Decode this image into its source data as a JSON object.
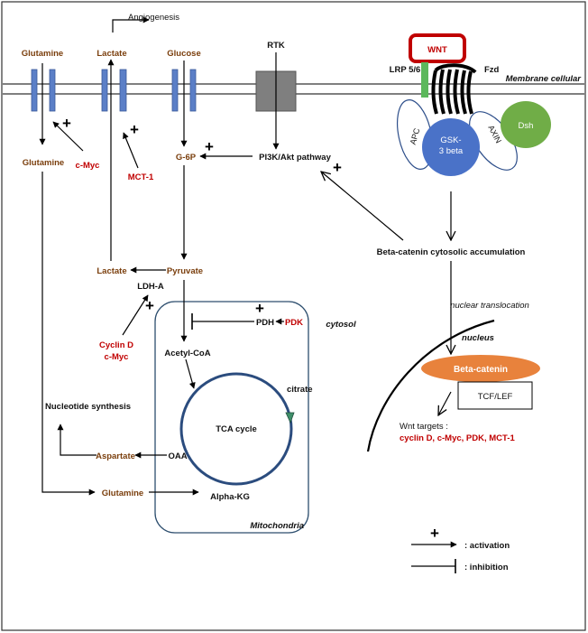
{
  "labels": {
    "angiogenesis": "Angiogenesis",
    "glutamine_top": "Glutamine",
    "lactate_top": "Lactate",
    "glucose": "Glucose",
    "rtk": "RTK",
    "wnt": "WNT",
    "lrp": "LRP 5/6",
    "fzd": "Fzd",
    "membrane": "Membrane cellular",
    "apc": "APC",
    "axin": "AXIN",
    "gsk_line1": "GSK-",
    "gsk_line2": "3 beta",
    "dsh": "Dsh",
    "glutamine_mid": "Glutamine",
    "cmyc": "c-Myc",
    "mct1": "MCT-1",
    "g6p": "G-6P",
    "pi3k": "PI3K/Akt pathway",
    "beta_accum": "Beta-catenin cytosolic accumulation",
    "lactate_mid": "Lactate",
    "pyruvate": "Pyruvate",
    "ldha": "LDH-A",
    "cyclin_d": "Cyclin D",
    "cmyc2": "c-Myc",
    "pdh": "PDH",
    "pdk": "PDK",
    "cytosol": "cytosol",
    "nuclear_translocation": "nuclear translocation",
    "nucleus": "nucleus",
    "acetyl_coa": "Acetyl-CoA",
    "citrate": "citrate",
    "beta_catenin": "Beta-catenin",
    "tcf_lef": "TCF/LEF",
    "nucleotide": "Nucleotide synthesis",
    "tca": "TCA cycle",
    "wnt_targets": "Wnt targets :",
    "wnt_targets_list": "cyclin D, c-Myc, PDK, MCT-1",
    "aspartate": "Aspartate",
    "oaa": "OAA",
    "glutamine_bottom": "Glutamine",
    "alpha_kg": "Alpha-KG",
    "mitochondria": "Mitochondria",
    "plus": "+",
    "legend_activation": ": activation",
    "legend_inhibition": ": inhibition"
  },
  "colors": {
    "brown_text": "#7a3e0c",
    "red_text": "#c00000",
    "transporter": "#5b7fc7",
    "rtk": "#7f7f7f",
    "wnt_border": "#c00000",
    "lrp": "#5cb85c",
    "gsk": "#4a72c8",
    "dsh": "#70ad47",
    "beta_catenin": "#e8823c",
    "mito_border": "#2d4e6e",
    "tca_ring": "#2b4c7e",
    "citrate_arrow": "#3f8f6a"
  }
}
